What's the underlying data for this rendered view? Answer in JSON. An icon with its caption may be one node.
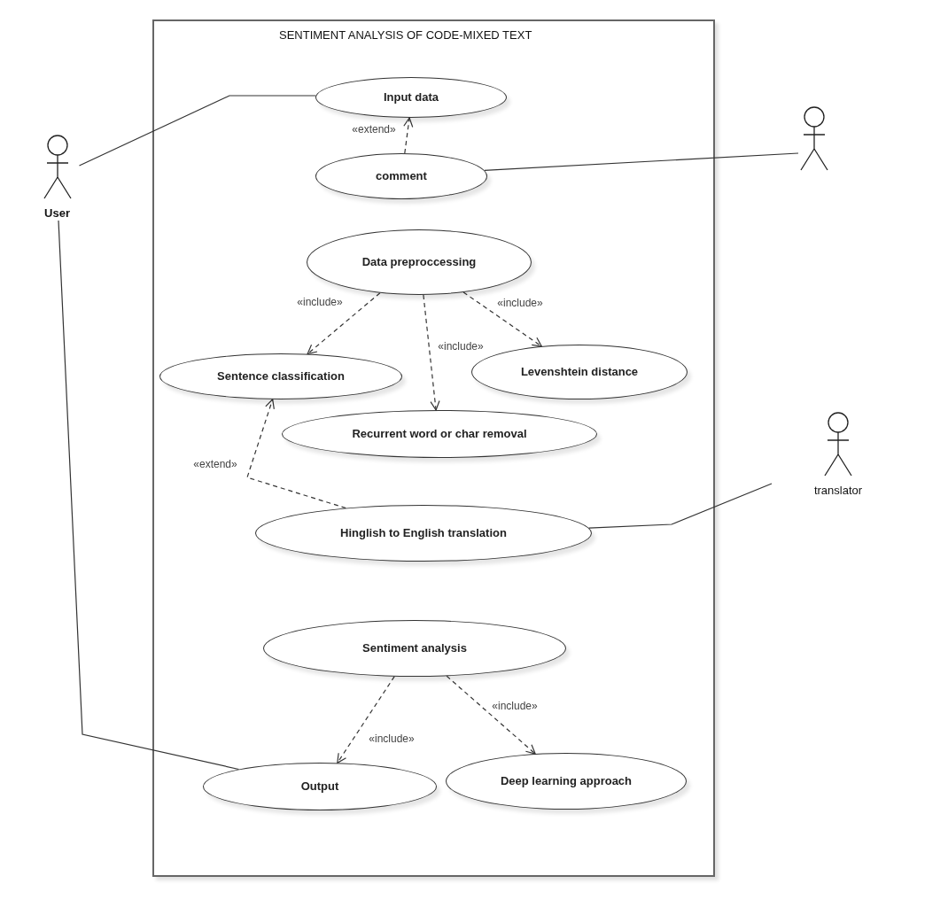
{
  "diagram": {
    "nodes": [
      {
        "text": [
          "SENTIMENT ANALYSIS OF CODE-MIXED TEXT"
        ]
      },
      {
        "text": [
          "User"
        ]
      },
      {
        "text": [
          "Input data"
        ],
        "in": 0
      },
      {
        "text": [
          "comment"
        ],
        "in": 0
      },
      {
        "text": [],
        "shape": "person"
      },
      {
        "text": [
          "Data preproccessing"
        ],
        "in": 0
      },
      {
        "text": [
          "Sentence classification"
        ],
        "in": 0
      },
      {
        "text": [
          "Levenshtein distance"
        ],
        "in": 0
      },
      {
        "text": [
          "Recurrent word or char removal"
        ],
        "in": 0
      },
      {
        "text": [
          "translator"
        ]
      },
      {
        "text": [
          "Hinglish to English translation"
        ],
        "in": 0
      },
      {
        "text": [
          "Sentiment analysis"
        ],
        "in": 0
      },
      {
        "text": [
          "Output"
        ],
        "in": 0
      },
      {
        "text": [
          "Deep learning approach"
        ],
        "in": 0
      }
    ],
    "edges": [
      {
        "from": 1,
        "to": 2,
        "arrow": "none"
      },
      {
        "from": 3,
        "to": 2,
        "arrow": "to",
        "label": "«extend»",
        "style": "dashed"
      },
      {
        "from": 3,
        "to": 4,
        "arrow": "none"
      },
      {
        "from": 5,
        "to": 6,
        "arrow": "to",
        "label": "«include»",
        "style": "dashed"
      },
      {
        "from": 5,
        "to": 8,
        "arrow": "to",
        "label": "«include»",
        "style": "dashed"
      },
      {
        "from": 5,
        "to": 7,
        "arrow": "to",
        "label": "«include»",
        "style": "dashed"
      },
      {
        "from": 10,
        "to": 6,
        "arrow": "to",
        "label": "«extend»",
        "style": "dashed"
      },
      {
        "from": 10,
        "to": 9,
        "arrow": "none"
      },
      {
        "from": 11,
        "to": 12,
        "arrow": "to",
        "label": "«include»",
        "style": "dashed"
      },
      {
        "from": 11,
        "to": 13,
        "arrow": "to",
        "label": "«include»",
        "style": "dashed"
      },
      {
        "from": 1,
        "to": 12,
        "arrow": "none"
      }
    ]
  }
}
